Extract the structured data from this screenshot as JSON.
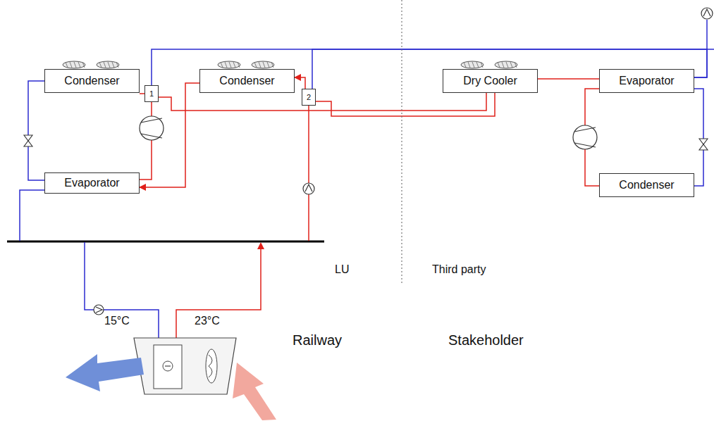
{
  "diagram": {
    "nodes": [
      {
        "text": [
          "Condenser"
        ]
      },
      {
        "text": [
          "Condenser"
        ]
      },
      {
        "text": [
          "Evaporator"
        ]
      },
      {
        "text": [
          "1"
        ]
      },
      {
        "text": [
          "2"
        ]
      },
      {
        "text": [
          "Dry Cooler"
        ]
      },
      {
        "text": [
          "Evaporator"
        ]
      },
      {
        "text": [
          "Condenser"
        ]
      }
    ],
    "edges": [
      {
        "from": 0,
        "to": 2,
        "arrow": "none"
      },
      {
        "from": 2,
        "to": 3,
        "arrow": "none"
      },
      {
        "from": 3,
        "to": 0,
        "arrow": "none"
      },
      {
        "from": 4,
        "to": 1,
        "arrow": "to"
      },
      {
        "from": 1,
        "to": 2,
        "arrow": "to"
      },
      {
        "from": 3,
        "to": 5,
        "arrow": "none"
      },
      {
        "from": 4,
        "to": 5,
        "arrow": "none"
      },
      {
        "from": 5,
        "to": 6,
        "arrow": "none"
      },
      {
        "from": 6,
        "to": 7,
        "arrow": "none"
      },
      {
        "from": 7,
        "to": 6,
        "arrow": "none"
      },
      {
        "from": 3,
        "to": 6,
        "arrow": "none"
      },
      {
        "from": 4,
        "to": 6,
        "arrow": "none"
      }
    ],
    "labels": [
      "LU",
      "Third party",
      "15°C",
      "23°C",
      "Railway",
      "Stakeholder"
    ]
  }
}
